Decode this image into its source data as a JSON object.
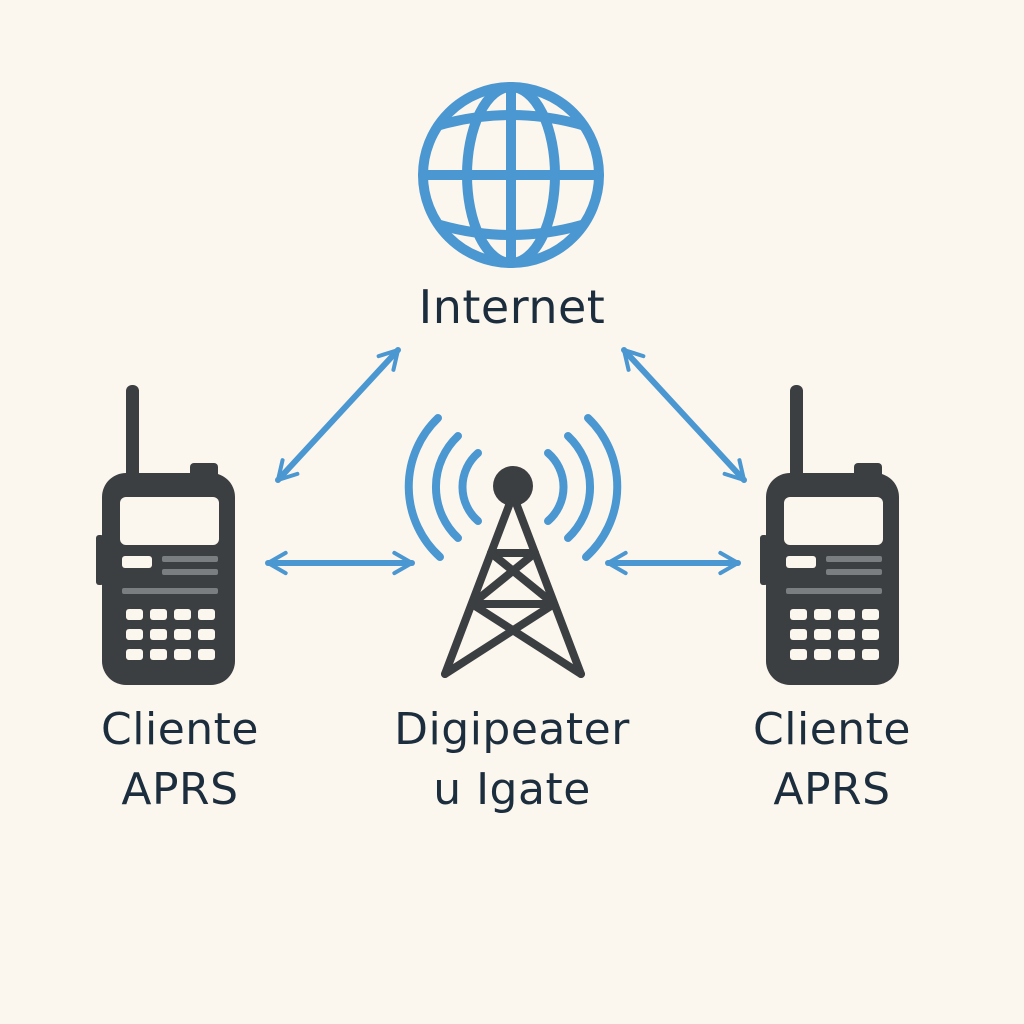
{
  "nodes": {
    "internet": {
      "label": "Internet",
      "icon": "globe-icon"
    },
    "client_left": {
      "label_line1": "Cliente",
      "label_line2": "APRS",
      "icon": "handheld-radio-icon"
    },
    "digipeater": {
      "label_line1": "Digipeater",
      "label_line2": "u Igate",
      "icon": "radio-tower-icon"
    },
    "client_right": {
      "label_line1": "Cliente",
      "label_line2": "APRS",
      "icon": "handheld-radio-icon"
    }
  },
  "connections": [
    {
      "from": "client_left",
      "to": "internet",
      "direction": "bidirectional"
    },
    {
      "from": "internet",
      "to": "client_right",
      "direction": "bidirectional"
    },
    {
      "from": "client_left",
      "to": "digipeater",
      "direction": "bidirectional"
    },
    {
      "from": "digipeater",
      "to": "client_right",
      "direction": "bidirectional"
    }
  ],
  "colors": {
    "background": "#fcf7ee",
    "accent_blue": "#4a97d1",
    "device_dark": "#3b3f42",
    "text": "#1c2d3d"
  }
}
